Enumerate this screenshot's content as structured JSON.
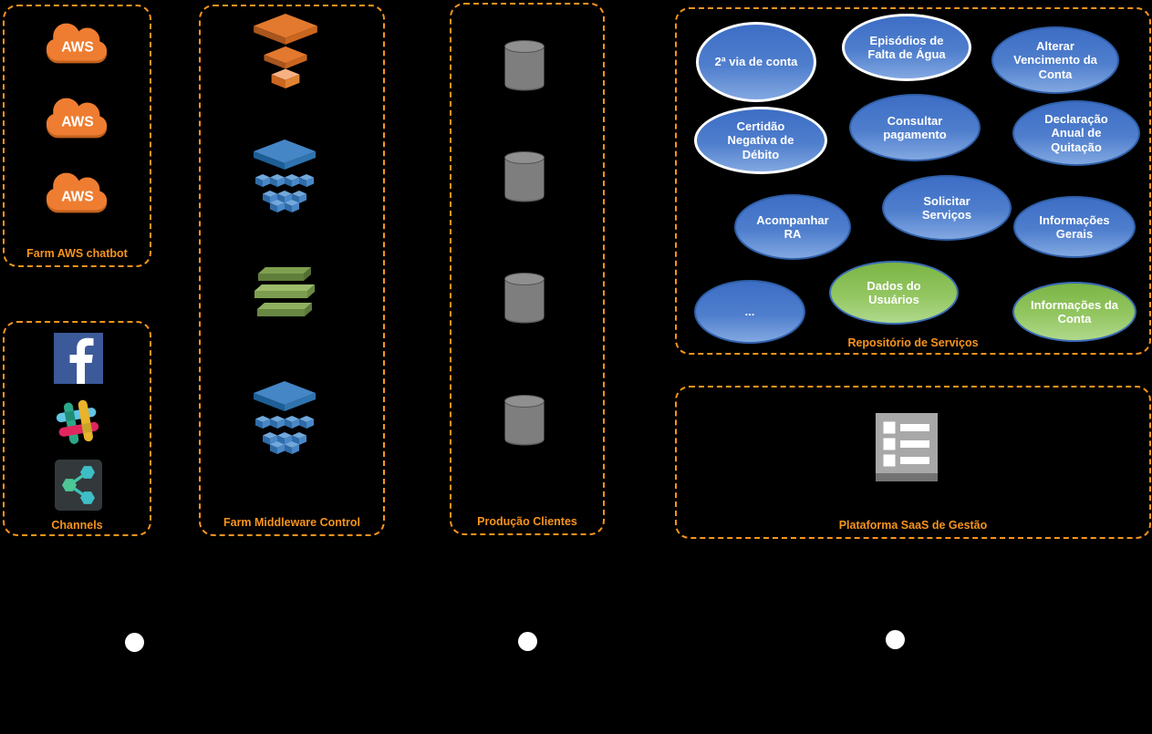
{
  "colors": {
    "background": "#000000",
    "accent_orange": "#F7941D",
    "service_blue": "#4674C8",
    "service_green": "#8CBE56",
    "aws_orange": "#EE7D31",
    "facebook_blue": "#3C5A99",
    "database_gray": "#7E7E7E"
  },
  "groups": {
    "aws_farm": {
      "label": "Farm AWS chatbot",
      "clouds": [
        {
          "label": "AWS"
        },
        {
          "label": "AWS"
        },
        {
          "label": "AWS"
        }
      ]
    },
    "channels": {
      "label": "Channels",
      "icons": [
        {
          "name": "facebook"
        },
        {
          "name": "slack"
        },
        {
          "name": "share"
        }
      ]
    },
    "middleware": {
      "label": "Farm Middleware Control",
      "icons": [
        {
          "name": "layers-orange"
        },
        {
          "name": "cube-cluster-blue"
        },
        {
          "name": "layers-green"
        },
        {
          "name": "cube-cluster-blue"
        }
      ]
    },
    "producao": {
      "label": "Produção Clientes",
      "database_count": 4
    },
    "repositorio": {
      "label": "Repositório de Serviços",
      "services": [
        {
          "label": "2ª via de conta",
          "color": "blue",
          "border": "white"
        },
        {
          "label": "Episódios de\nFalta de Água",
          "color": "blue",
          "border": "white"
        },
        {
          "label": "Alterar\nVencimento da\nConta",
          "color": "blue",
          "border": "blue"
        },
        {
          "label": "Certidão\nNegativa de\nDébito",
          "color": "blue",
          "border": "white"
        },
        {
          "label": "Consultar\npagamento",
          "color": "blue",
          "border": "blue"
        },
        {
          "label": "Declaração\nAnual de\nQuitação",
          "color": "blue",
          "border": "blue"
        },
        {
          "label": "Acompanhar\nRA",
          "color": "blue",
          "border": "blue"
        },
        {
          "label": "Solicitar\nServiços",
          "color": "blue",
          "border": "blue"
        },
        {
          "label": "Informações\nGerais",
          "color": "blue",
          "border": "blue"
        },
        {
          "label": "...",
          "color": "blue",
          "border": "blue"
        },
        {
          "label": "Dados do\nUsuários",
          "color": "green",
          "border": "blue"
        },
        {
          "label": "Informações da\nConta",
          "color": "green",
          "border": "blue"
        }
      ]
    },
    "saas": {
      "label": "Plataforma SaaS de Gestão"
    }
  },
  "connector_dots": 3
}
